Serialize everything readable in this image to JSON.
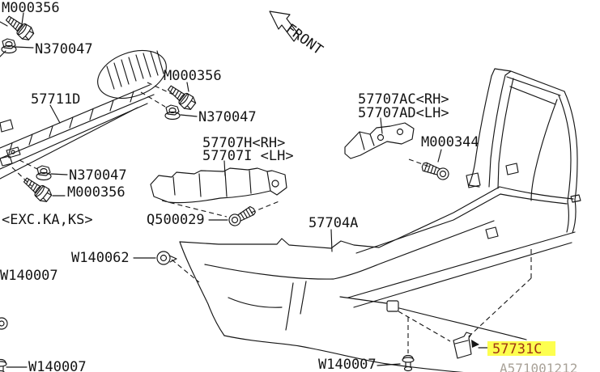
{
  "diagram": {
    "type": "parts-diagram",
    "subject": "rear bumper assembly exploded view",
    "front_label": "FRONT",
    "footer_code": "A571001212",
    "colors": {
      "highlight": "#fdff4f",
      "highlight_text": "#a03515",
      "line": "#161616",
      "background": "#ffffff"
    },
    "labels": {
      "m000356_top": "M000356",
      "n370047_top": "N370047",
      "beam": "57711D",
      "m000356_mid": "M000356",
      "n370047_mid": "N370047",
      "n370047_low": "N370047",
      "m000356_low": "M000356",
      "exc_note": "<EXC.KA,KS>",
      "bracket_corner_rh": "57707AC<RH>",
      "bracket_corner_lh": "57707AD<LH>",
      "m000344": "M000344",
      "bracket_side_rh": "57707H<RH>",
      "bracket_side_lh": "57707I <LH>",
      "q500029": "Q500029",
      "bumper_cover": "57704A",
      "w140062": "W140062",
      "w140007_left": "W140007",
      "w140007_bottom_left": "W140007",
      "w140007_bottom_center": "W140007",
      "cover_hook": "57731C"
    }
  }
}
